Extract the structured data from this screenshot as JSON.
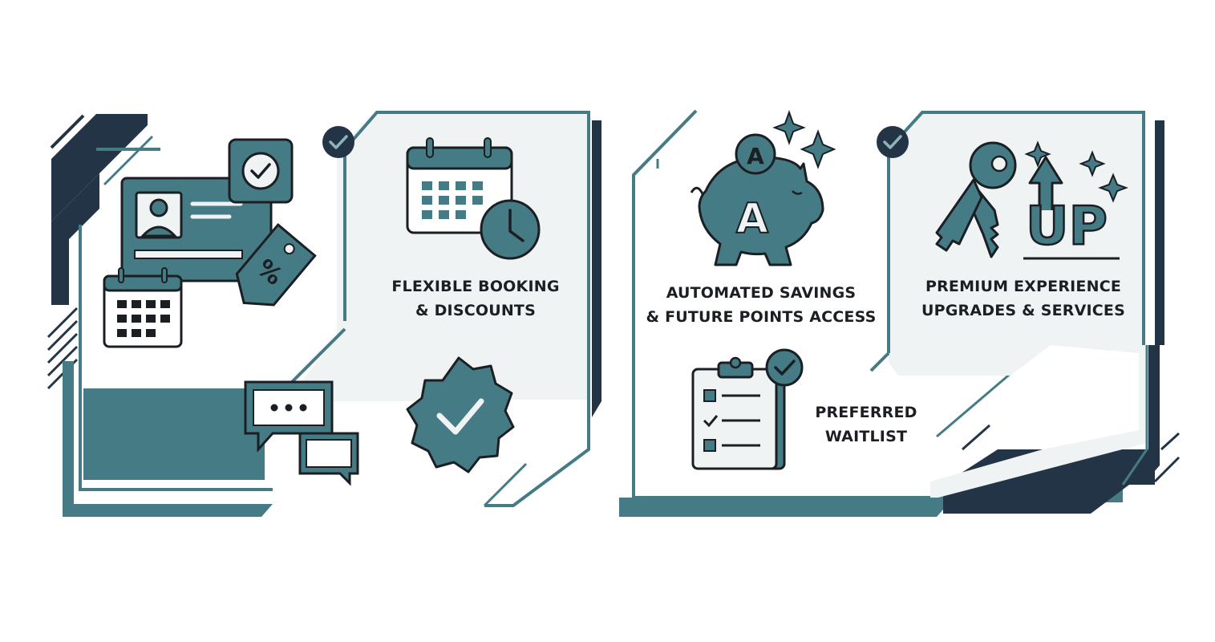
{
  "colors": {
    "teal": "#457b85",
    "navy": "#243447",
    "panel": "#eff3f4",
    "ink": "#1b1f23"
  },
  "features": [
    {
      "id": "flexible-booking",
      "lines": [
        "FLEXIBLE BOOKING",
        "& DISCOUNTS"
      ],
      "icons": [
        "calendar-icon",
        "clock-icon"
      ]
    },
    {
      "id": "automated-savings",
      "lines": [
        "AUTOMATED SAVINGS",
        "& FUTURE POINTS ACCESS"
      ],
      "icons": [
        "piggy-bank-icon",
        "coin-icon",
        "sparkle-icon"
      ],
      "glyphs": {
        "piggy_letter": "A",
        "coin_letter": "A"
      }
    },
    {
      "id": "premium-upgrades",
      "lines": [
        "PREMIUM EXPERIENCE",
        "UPGRADES & SERVICES"
      ],
      "icons": [
        "keys-icon",
        "up-arrow-icon",
        "sparkle-icon"
      ],
      "glyphs": {
        "up_text": "UP"
      }
    },
    {
      "id": "preferred-waitlist",
      "lines": [
        "PREFERRED",
        "WAITLIST"
      ],
      "icons": [
        "clipboard-checklist-icon",
        "check-badge-icon"
      ]
    }
  ],
  "decor_icons": [
    "membership-card-icon",
    "checkmark-icon",
    "discount-tag-icon",
    "calendar-icon",
    "chat-bubbles-icon",
    "verified-badge-icon"
  ]
}
